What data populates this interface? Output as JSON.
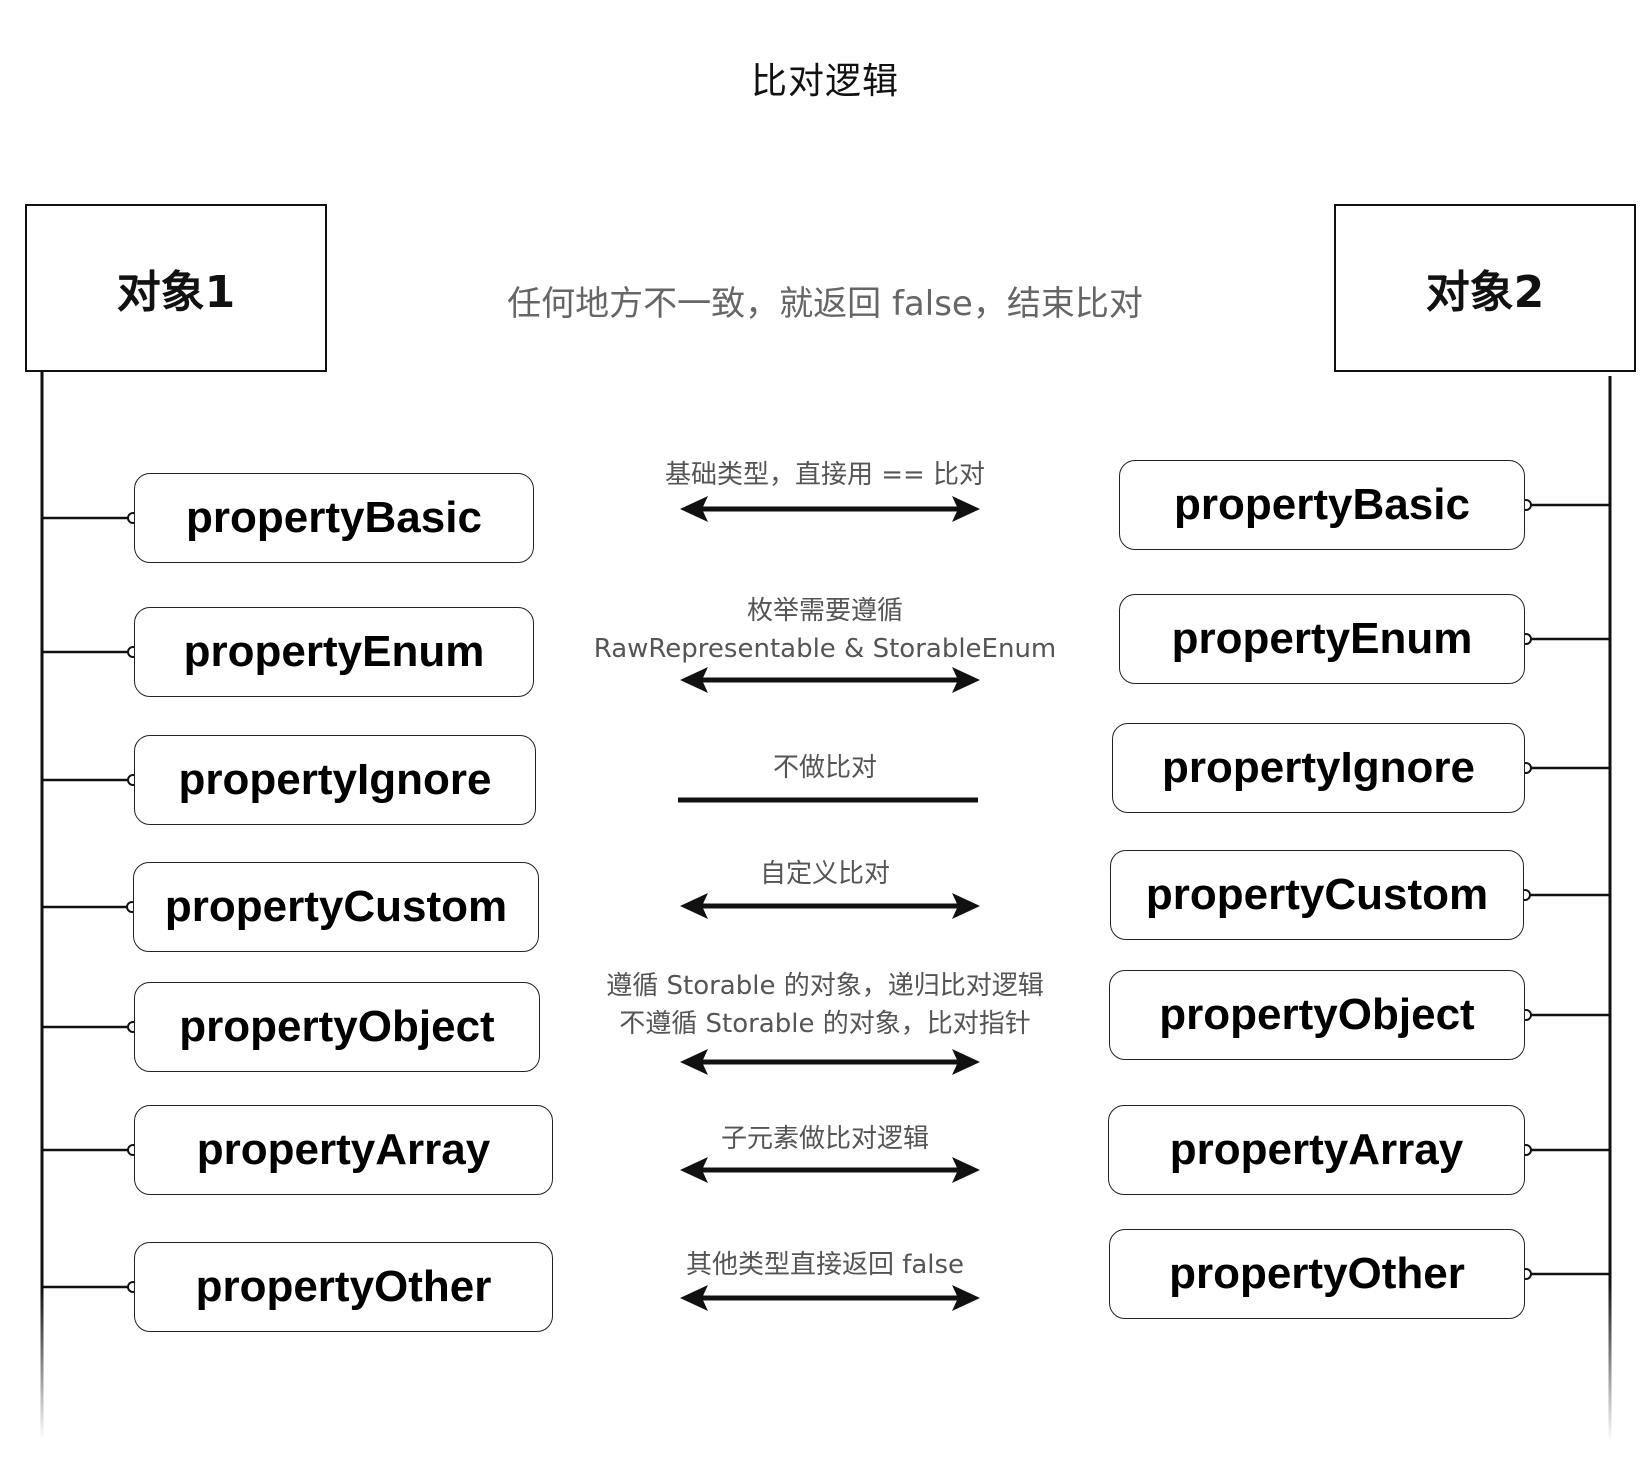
{
  "title": "比对逻辑",
  "objects": {
    "left": "对象1",
    "right": "对象2"
  },
  "subtitle": "任何地方不一致，就返回 false，结束比对",
  "left_properties": [
    "propertyBasic",
    "propertyEnum",
    "propertyIgnore",
    "propertyCustom",
    "propertyObject",
    "propertyArray",
    "propertyOther"
  ],
  "right_properties": [
    "propertyBasic",
    "propertyEnum",
    "propertyIgnore",
    "propertyCustom",
    "propertyObject",
    "propertyArray",
    "propertyOther"
  ],
  "rules": [
    {
      "lines": [
        "基础类型，直接用 == 比对"
      ],
      "connector": "double-arrow"
    },
    {
      "lines": [
        "枚举需要遵循",
        "RawRepresentable &  StorableEnum"
      ],
      "connector": "double-arrow"
    },
    {
      "lines": [
        "不做比对"
      ],
      "connector": "line"
    },
    {
      "lines": [
        "自定义比对"
      ],
      "connector": "double-arrow"
    },
    {
      "lines": [
        "遵循 Storable 的对象，递归比对逻辑",
        "不遵循 Storable 的对象，比对指针"
      ],
      "connector": "double-arrow"
    },
    {
      "lines": [
        "子元素做比对逻辑"
      ],
      "connector": "double-arrow"
    },
    {
      "lines": [
        "其他类型直接返回 false"
      ],
      "connector": "double-arrow"
    }
  ]
}
